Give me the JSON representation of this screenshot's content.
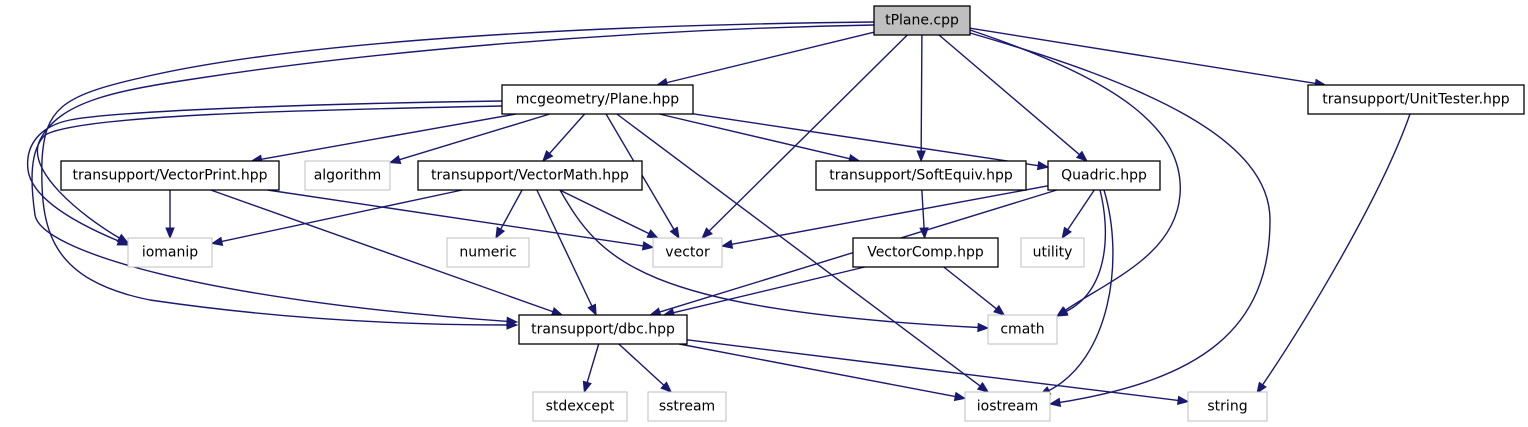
{
  "diagram": {
    "root": "tPlane.cpp",
    "nodes": {
      "tplane_cpp": "tPlane.cpp",
      "plane_hpp": "mcgeometry/Plane.hpp",
      "unittester_hpp": "transupport/UnitTester.hpp",
      "vectorprint_hpp": "transupport/VectorPrint.hpp",
      "algorithm": "algorithm",
      "vectormath_hpp": "transupport/VectorMath.hpp",
      "softequiv_hpp": "transupport/SoftEquiv.hpp",
      "quadric_hpp": "Quadric.hpp",
      "iomanip": "iomanip",
      "numeric": "numeric",
      "vector": "vector",
      "vectorcomp_hpp": "VectorComp.hpp",
      "utility": "utility",
      "dbc_hpp": "transupport/dbc.hpp",
      "cmath": "cmath",
      "stdexcept": "stdexcept",
      "sstream": "sstream",
      "iostream": "iostream",
      "string": "string"
    },
    "edges": [
      [
        "tplane_cpp",
        "plane_hpp"
      ],
      [
        "tplane_cpp",
        "vector"
      ],
      [
        "tplane_cpp",
        "softequiv_hpp"
      ],
      [
        "tplane_cpp",
        "quadric_hpp"
      ],
      [
        "tplane_cpp",
        "unittester_hpp"
      ],
      [
        "tplane_cpp",
        "cmath"
      ],
      [
        "tplane_cpp",
        "iostream"
      ],
      [
        "tplane_cpp",
        "iomanip"
      ],
      [
        "tplane_cpp",
        "dbc_hpp"
      ],
      [
        "plane_hpp",
        "vectorprint_hpp"
      ],
      [
        "plane_hpp",
        "algorithm"
      ],
      [
        "plane_hpp",
        "vectormath_hpp"
      ],
      [
        "plane_hpp",
        "vector"
      ],
      [
        "plane_hpp",
        "softequiv_hpp"
      ],
      [
        "plane_hpp",
        "quadric_hpp"
      ],
      [
        "plane_hpp",
        "iostream"
      ],
      [
        "plane_hpp",
        "iomanip"
      ],
      [
        "plane_hpp",
        "dbc_hpp"
      ],
      [
        "unittester_hpp",
        "string"
      ],
      [
        "vectorprint_hpp",
        "iomanip"
      ],
      [
        "vectorprint_hpp",
        "vector"
      ],
      [
        "vectorprint_hpp",
        "dbc_hpp"
      ],
      [
        "vectormath_hpp",
        "iomanip"
      ],
      [
        "vectormath_hpp",
        "numeric"
      ],
      [
        "vectormath_hpp",
        "vector"
      ],
      [
        "vectormath_hpp",
        "dbc_hpp"
      ],
      [
        "vectormath_hpp",
        "cmath"
      ],
      [
        "softequiv_hpp",
        "vectorcomp_hpp"
      ],
      [
        "quadric_hpp",
        "vector"
      ],
      [
        "quadric_hpp",
        "utility"
      ],
      [
        "quadric_hpp",
        "dbc_hpp"
      ],
      [
        "quadric_hpp",
        "cmath"
      ],
      [
        "quadric_hpp",
        "iostream"
      ],
      [
        "vectorcomp_hpp",
        "dbc_hpp"
      ],
      [
        "vectorcomp_hpp",
        "cmath"
      ],
      [
        "dbc_hpp",
        "stdexcept"
      ],
      [
        "dbc_hpp",
        "sstream"
      ],
      [
        "dbc_hpp",
        "iostream"
      ],
      [
        "dbc_hpp",
        "string"
      ]
    ]
  }
}
